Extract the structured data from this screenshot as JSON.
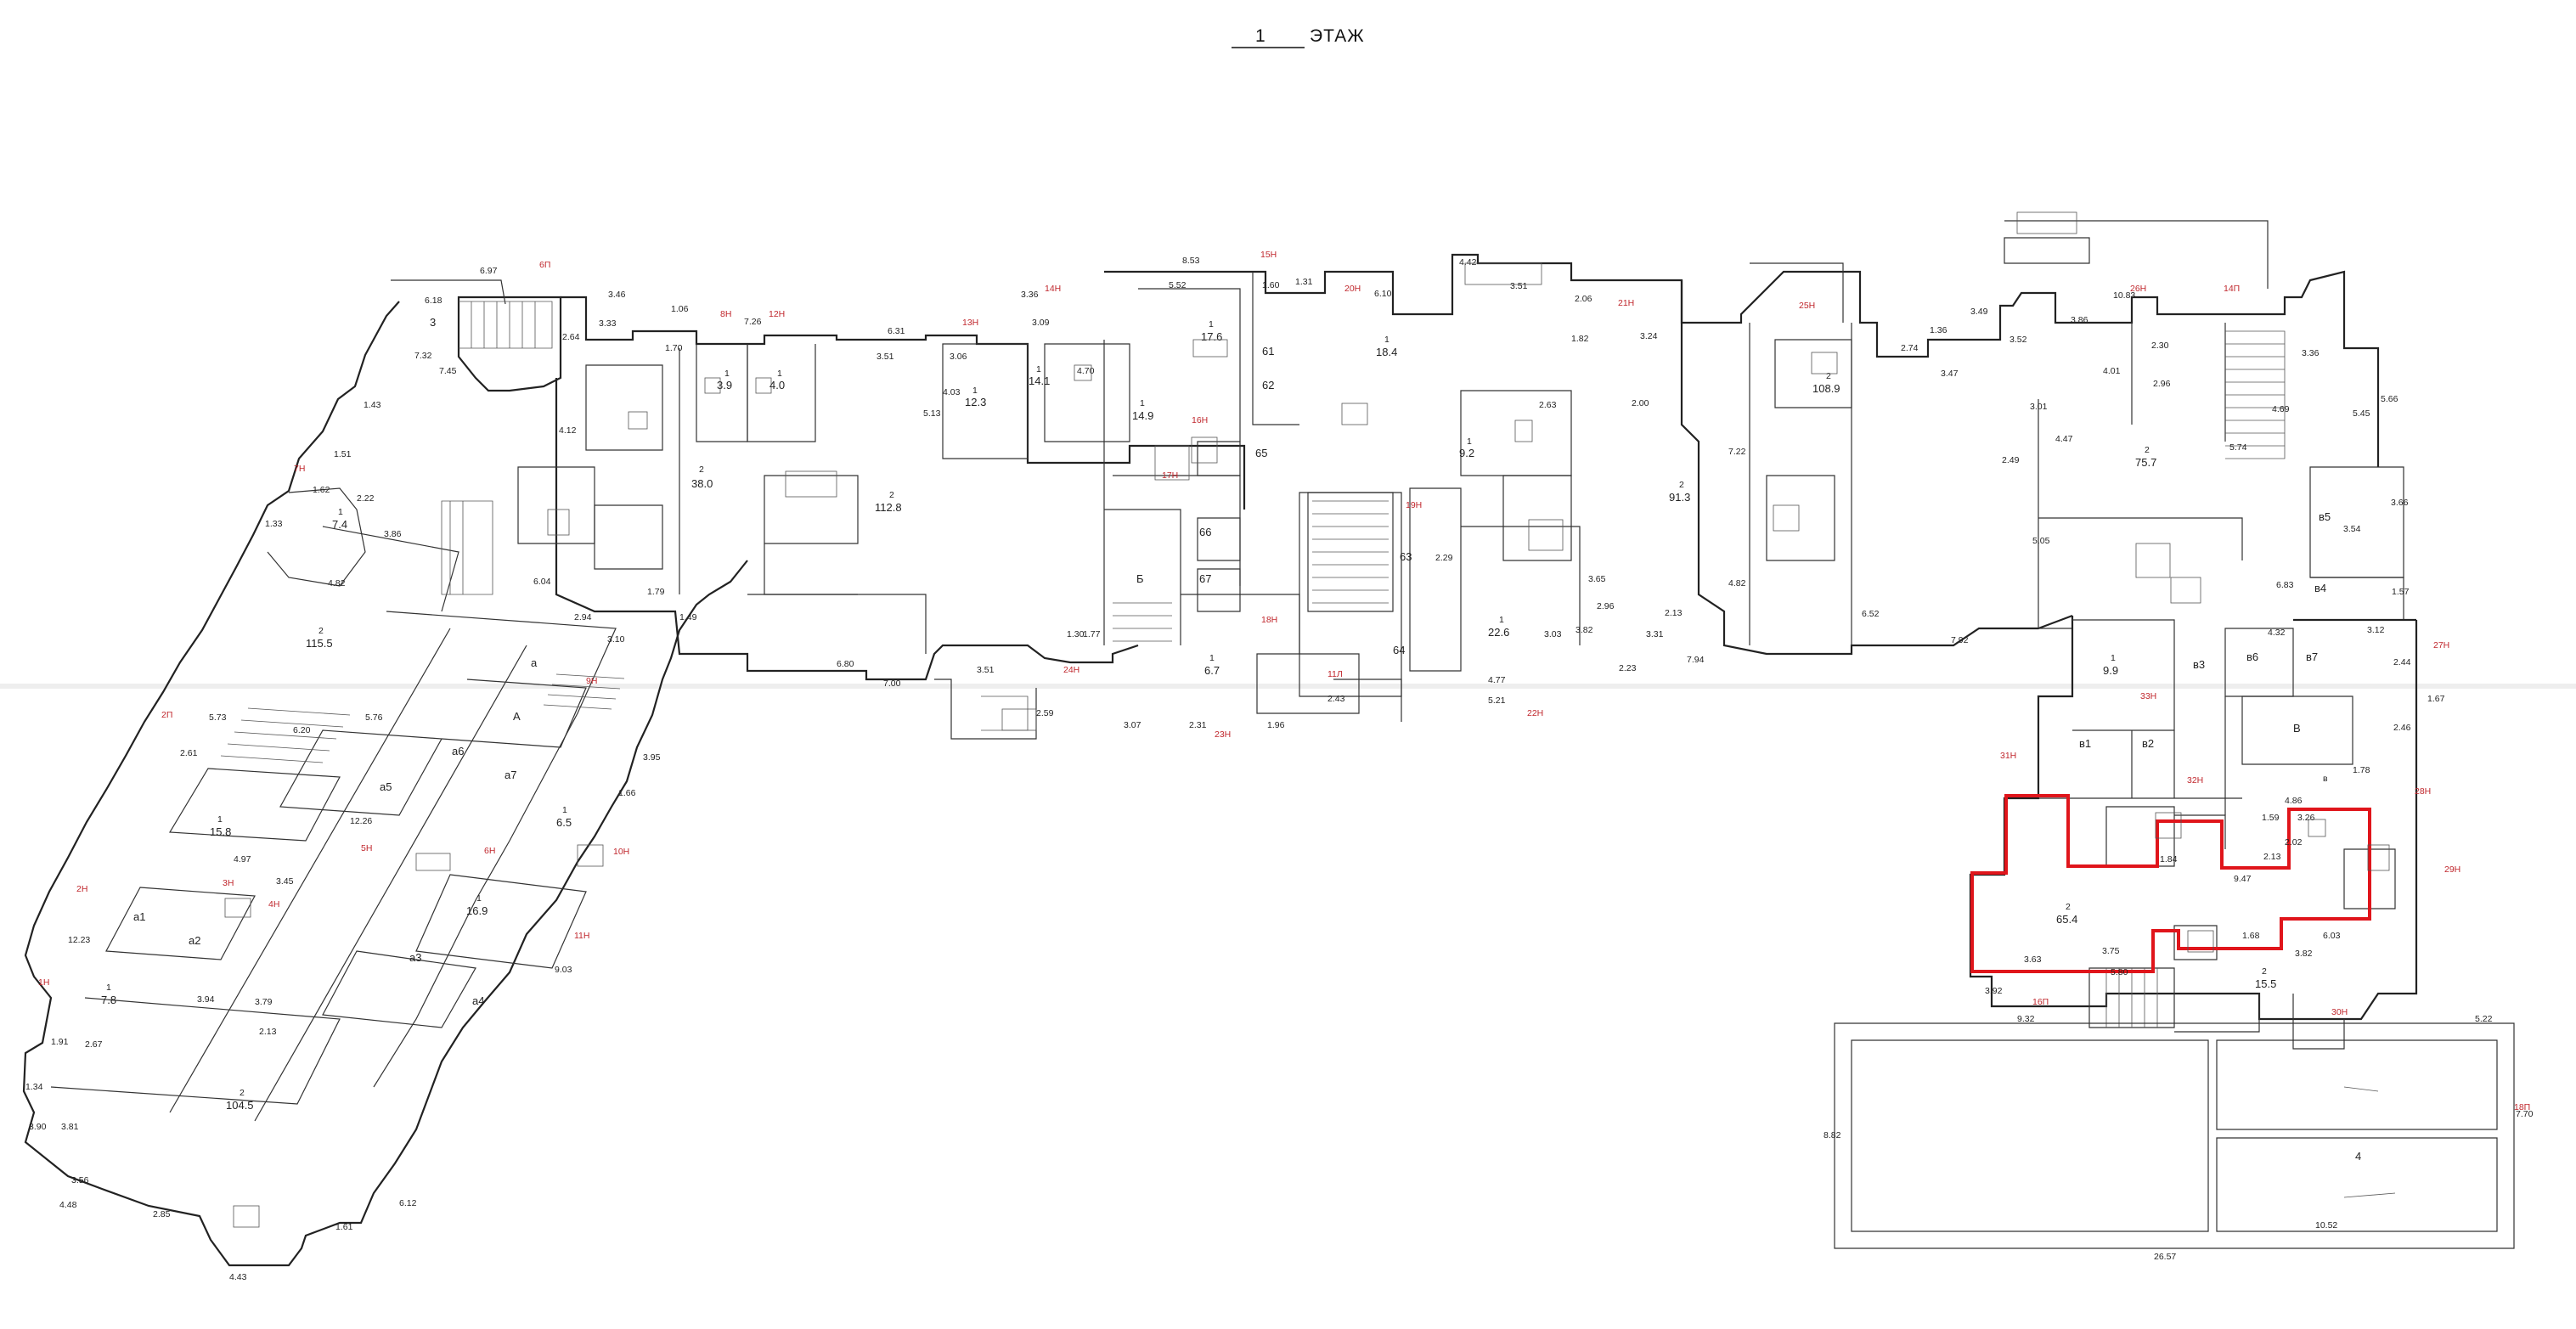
{
  "title": {
    "num": "1",
    "word": "ЭТАЖ"
  },
  "highlight_color": "#e0151b",
  "red_color": "#c0272d",
  "sections_red": [
    "6П",
    "8Н",
    "12Н",
    "7Н",
    "2П",
    "9Н",
    "10Н",
    "2Н",
    "1Н",
    "5Н",
    "3Н",
    "4Н",
    "6Н",
    "11Н",
    "13Н",
    "14Н",
    "15Н",
    "16Н",
    "17Н",
    "18Н",
    "19Н",
    "20Н",
    "11Л",
    "21Н",
    "22Н",
    "23Н",
    "24Н",
    "25Н",
    "26Н",
    "14П",
    "27Н",
    "28Н",
    "29Н",
    "30Н",
    "31Н",
    "32Н",
    "33Н",
    "16П",
    "18П"
  ],
  "rooms": [
    {
      "n": "3",
      "a": ""
    },
    {
      "n": "2",
      "a": "38.0"
    },
    {
      "n": "1",
      "a": "3.9"
    },
    {
      "n": "1",
      "a": "4.0"
    },
    {
      "n": "2",
      "a": "112.8"
    },
    {
      "n": "1",
      "a": "12.3"
    },
    {
      "n": "1",
      "a": "14.1"
    },
    {
      "n": "1",
      "a": "17.6"
    },
    {
      "n": "1",
      "a": "14.9"
    },
    {
      "n": "65",
      "a": ""
    },
    {
      "n": "61",
      "a": ""
    },
    {
      "n": "62",
      "a": ""
    },
    {
      "n": "1",
      "a": "18.4"
    },
    {
      "n": "1",
      "a": "9.2"
    },
    {
      "n": "1",
      "a": "22.6"
    },
    {
      "n": "2",
      "a": "91.3"
    },
    {
      "n": "2",
      "a": "108.9"
    },
    {
      "n": "2",
      "a": "75.7"
    },
    {
      "n": "1",
      "a": "7.4"
    },
    {
      "n": "2",
      "a": "115.5"
    },
    {
      "n": "1",
      "a": "15.8"
    },
    {
      "n": "1",
      "a": "6.5"
    },
    {
      "n": "1",
      "a": "16.9"
    },
    {
      "n": "1",
      "a": "7.8"
    },
    {
      "n": "2",
      "a": "104.5"
    },
    {
      "n": "1",
      "a": "6.7"
    },
    {
      "n": "1",
      "a": "9.9"
    },
    {
      "n": "2",
      "a": "65.4"
    },
    {
      "n": "2",
      "a": "15.5"
    },
    {
      "n": "4",
      "a": ""
    }
  ],
  "labels": [
    "а5",
    "а6",
    "а7",
    "а1",
    "а2",
    "а3",
    "а4",
    "А",
    "а",
    "Б",
    "66",
    "67",
    "63",
    "64",
    "в1",
    "в2",
    "в3",
    "в4",
    "в5",
    "в6",
    "в7",
    "В",
    "в"
  ],
  "dims": [
    "6.97",
    "3.46",
    "6.18",
    "7.32",
    "7.45",
    "2.64",
    "3.33",
    "1.06",
    "1.70",
    "7.26",
    "6.31",
    "3.51",
    "3.06",
    "5.13",
    "4.03",
    "3.36",
    "3.09",
    "4.70",
    "8.53",
    "5.52",
    "1.60",
    "1.31",
    "6.10",
    "4.42",
    "3.51",
    "2.06",
    "2.63",
    "1.82",
    "3.24",
    "2.00",
    "7.22",
    "4.82",
    "3.31",
    "7.94",
    "6.52",
    "7.92",
    "10.83",
    "3.86",
    "3.49",
    "3.52",
    "3.47",
    "2.74",
    "1.36",
    "3.36",
    "5.45",
    "5.66",
    "3.66",
    "3.54",
    "6.83",
    "1.57",
    "4.32",
    "3.12",
    "2.44",
    "1.67",
    "2.46",
    "1.78",
    "4.86",
    "3.26",
    "2.02",
    "1.59",
    "9.47",
    "2.13",
    "1.84",
    "6.03",
    "3.82",
    "1.68",
    "3.75",
    "3.63",
    "3.92",
    "5.80",
    "9.32",
    "5.22",
    "8.82",
    "7.70",
    "10.52",
    "26.57",
    "4.48",
    "3.56",
    "4.43",
    "1.61",
    "2.85",
    "6.12",
    "9.03",
    "1.66",
    "3.95",
    "12.26",
    "5.76",
    "6.20",
    "2.61",
    "5.73",
    "4.97",
    "3.45",
    "3.94",
    "3.79",
    "2.13",
    "2.67",
    "3.90",
    "3.81",
    "1.34",
    "1.91",
    "12.23",
    "6.04",
    "4.12",
    "1.43",
    "1.51",
    "1.62",
    "1.33",
    "2.22",
    "3.86",
    "4.82",
    "2.94",
    "3.10",
    "1.79",
    "1.49",
    "6.80",
    "7.00",
    "3.51",
    "2.59",
    "1.30",
    "1.77",
    "3.07",
    "2.31",
    "1.96",
    "2.43",
    "5.21",
    "4.77",
    "2.29",
    "3.03",
    "3.82",
    "2.96",
    "2.23",
    "2.13",
    "3.65",
    "5.05",
    "2.49",
    "4.47",
    "3.01",
    "4.01",
    "2.96",
    "2.30",
    "5.74",
    "4.69"
  ]
}
